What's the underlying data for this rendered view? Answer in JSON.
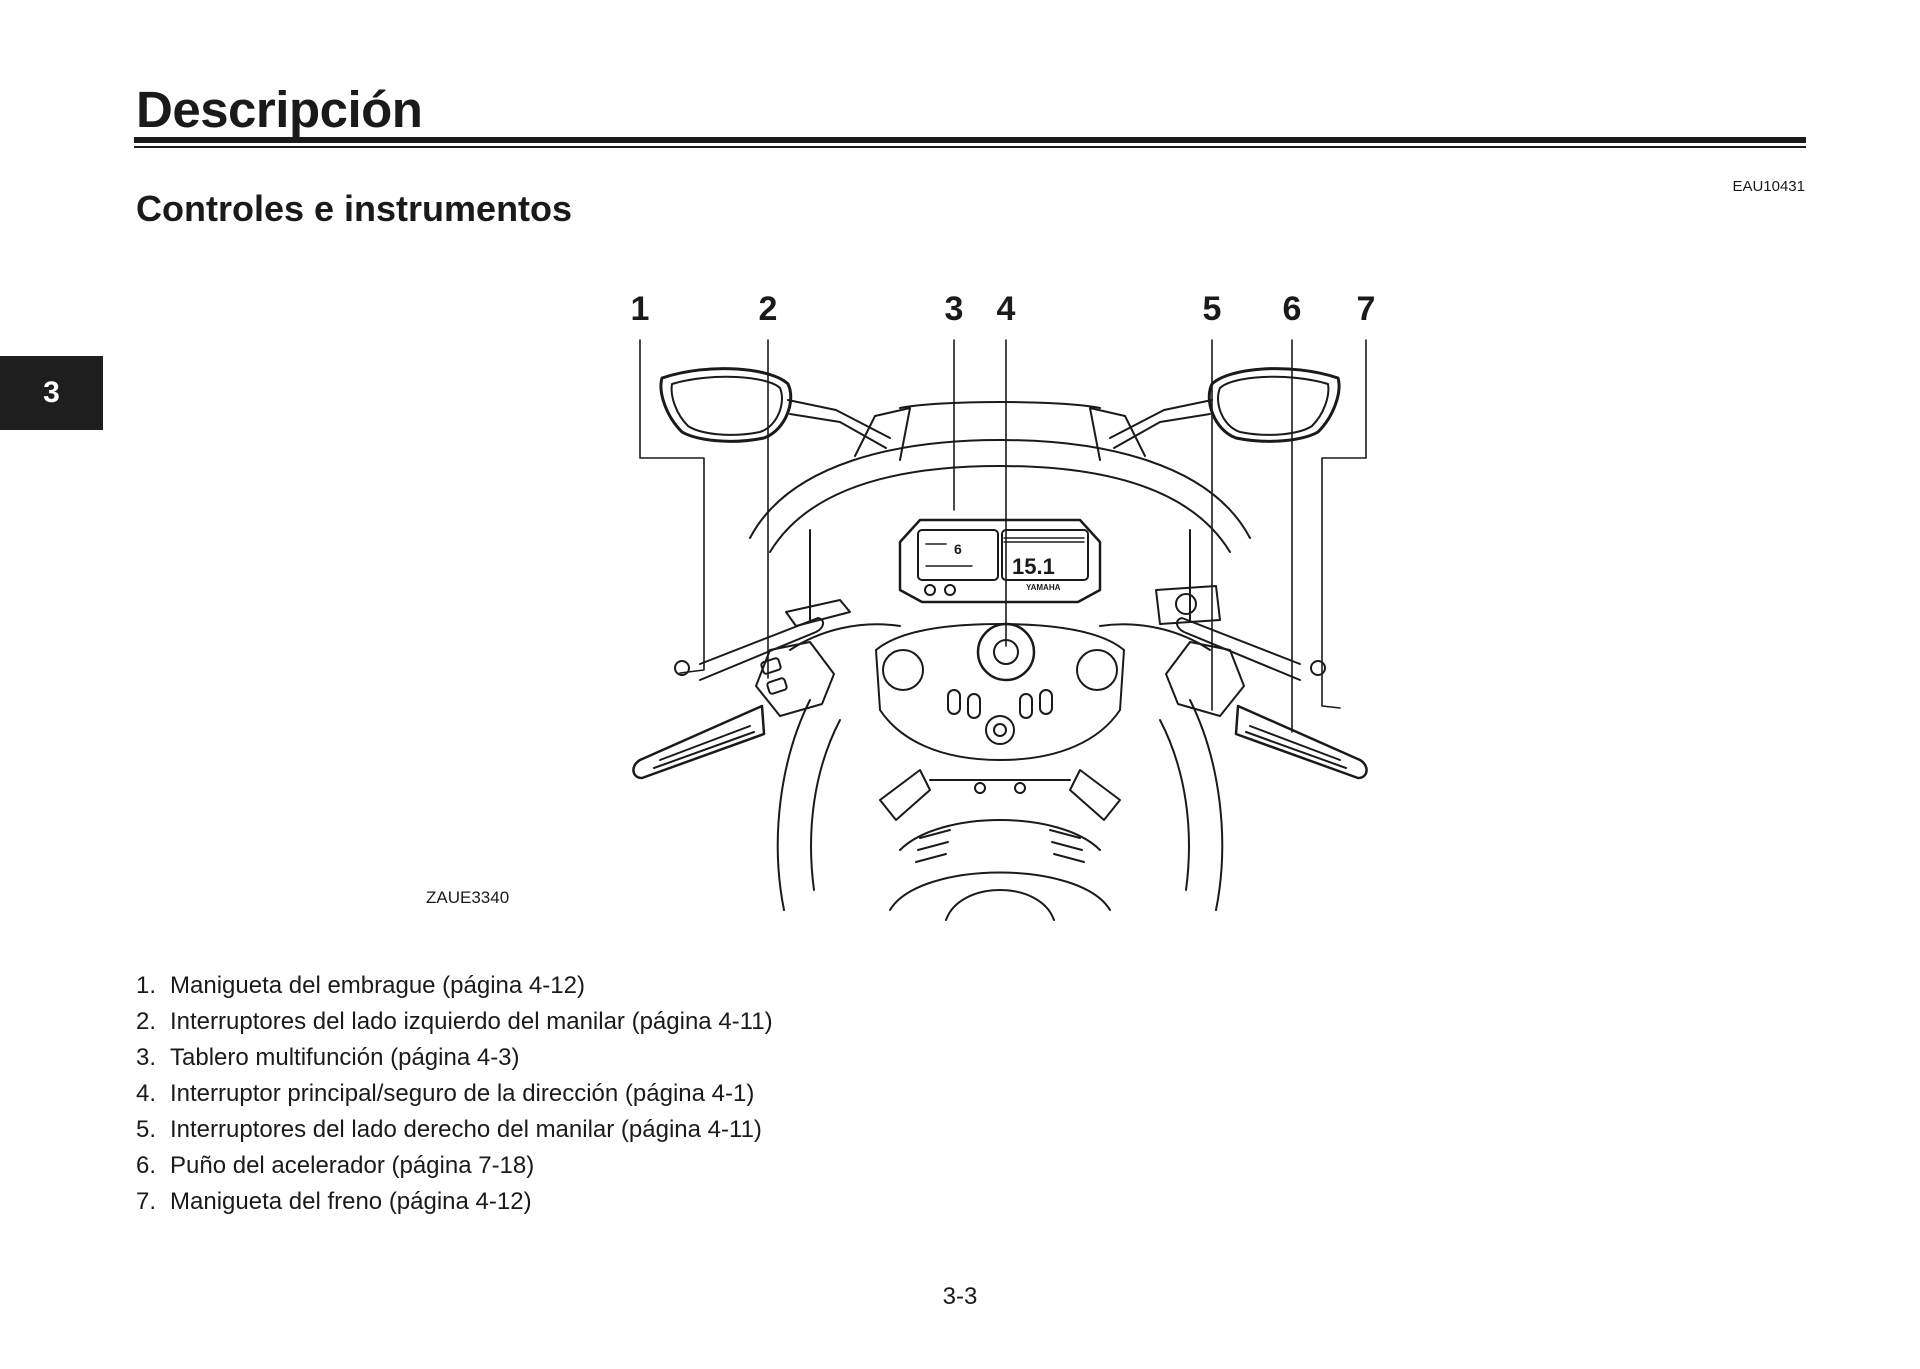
{
  "header": {
    "title": "Descripción"
  },
  "doc_code": "EAU10431",
  "section": {
    "title": "Controles e instrumentos"
  },
  "chapter_tab": "3",
  "figure": {
    "code": "ZAUE3340",
    "callouts": [
      "1",
      "2",
      "3",
      "4",
      "5",
      "6",
      "7"
    ],
    "display_gear": "6",
    "display_speed": "15.1",
    "brand_label": "YAMAHA"
  },
  "legend": [
    {
      "num": "1.",
      "text": "Manigueta del embrague (página 4-12)"
    },
    {
      "num": "2.",
      "text": "Interruptores del lado izquierdo del manilar (página 4-11)"
    },
    {
      "num": "3.",
      "text": "Tablero multifunción (página 4-3)"
    },
    {
      "num": "4.",
      "text": "Interruptor principal/seguro de la dirección (página 4-1)"
    },
    {
      "num": "5.",
      "text": "Interruptores del lado derecho del manilar (página 4-11)"
    },
    {
      "num": "6.",
      "text": "Puño del acelerador (página 7-18)"
    },
    {
      "num": "7.",
      "text": "Manigueta del freno (página 4-12)"
    }
  ],
  "page_number": "3-3"
}
